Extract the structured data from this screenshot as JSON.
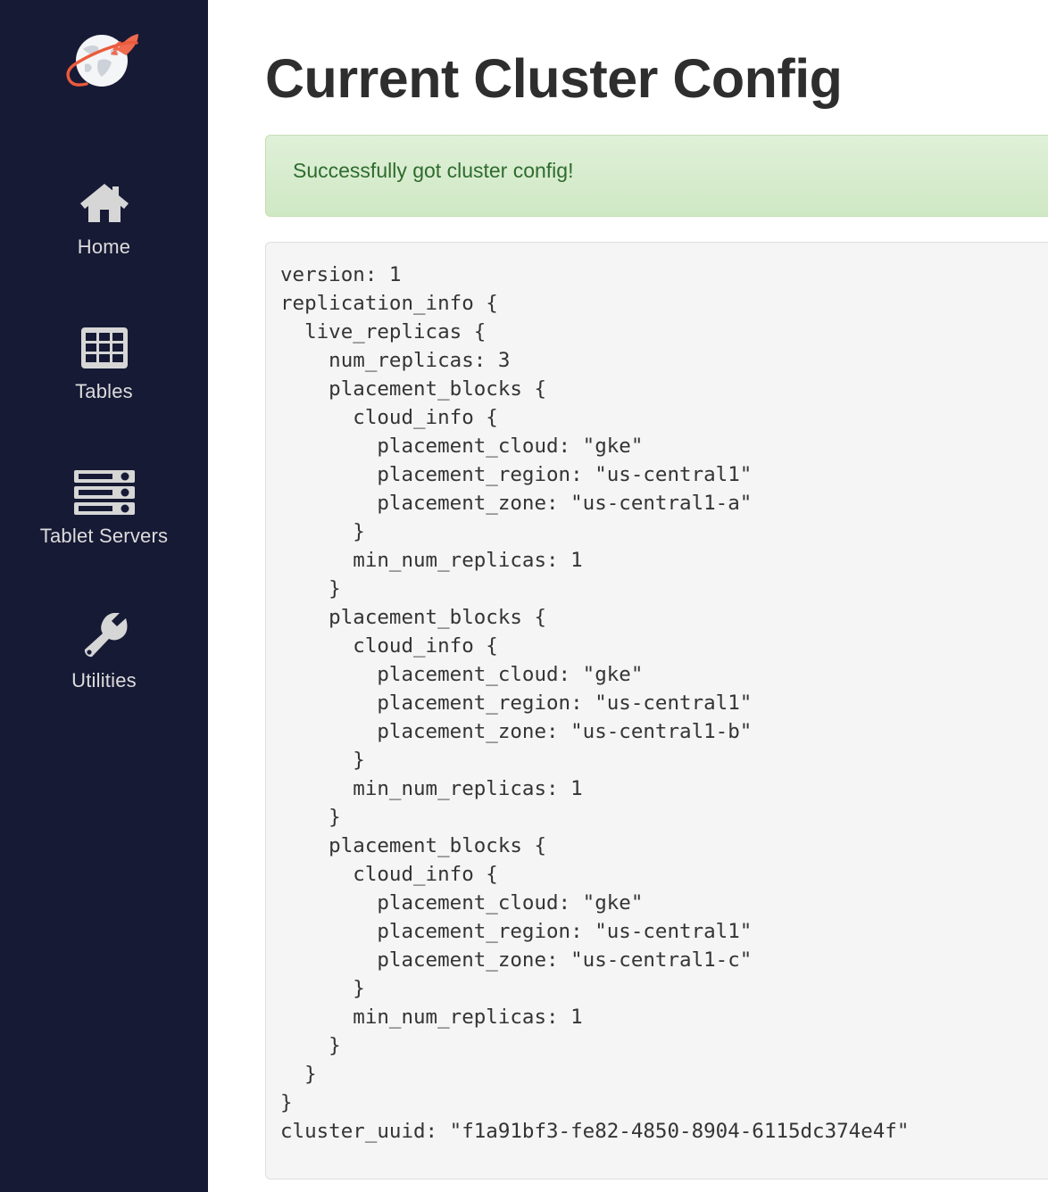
{
  "sidebar": {
    "logo": {
      "name": "yugabyte-rocket-globe-logo",
      "colors": {
        "globe": "#f3f4f6",
        "land": "#c9cdd6",
        "rocket": "#ef6a4f",
        "orbit": "#ea5b3c"
      }
    },
    "items": [
      {
        "label": "Home",
        "icon": "home-icon"
      },
      {
        "label": "Tables",
        "icon": "tables-grid-icon"
      },
      {
        "label": "Tablet Servers",
        "icon": "server-stack-icon"
      },
      {
        "label": "Utilities",
        "icon": "wrench-icon"
      }
    ],
    "background": "#171a35",
    "label_color": "#dcdcdc"
  },
  "main": {
    "title": "Current Cluster Config",
    "alert": {
      "message": "Successfully got cluster config!",
      "type": "success",
      "background": "#dff0d8",
      "text_color": "#2f6b2f"
    },
    "config": {
      "version": "1",
      "num_replicas": "3",
      "placement_cloud": "gke",
      "placement_region": "us-central1",
      "zones": [
        "us-central1-a",
        "us-central1-b",
        "us-central1-c"
      ],
      "min_num_replicas": "1",
      "cluster_uuid": "f1a91bf3-fe82-4850-8904-6115dc374e4f",
      "text": "version: 1\nreplication_info {\n  live_replicas {\n    num_replicas: 3\n    placement_blocks {\n      cloud_info {\n        placement_cloud: \"gke\"\n        placement_region: \"us-central1\"\n        placement_zone: \"us-central1-a\"\n      }\n      min_num_replicas: 1\n    }\n    placement_blocks {\n      cloud_info {\n        placement_cloud: \"gke\"\n        placement_region: \"us-central1\"\n        placement_zone: \"us-central1-b\"\n      }\n      min_num_replicas: 1\n    }\n    placement_blocks {\n      cloud_info {\n        placement_cloud: \"gke\"\n        placement_region: \"us-central1\"\n        placement_zone: \"us-central1-c\"\n      }\n      min_num_replicas: 1\n    }\n  }\n}\ncluster_uuid: \"f1a91bf3-fe82-4850-8904-6115dc374e4f\""
    }
  }
}
